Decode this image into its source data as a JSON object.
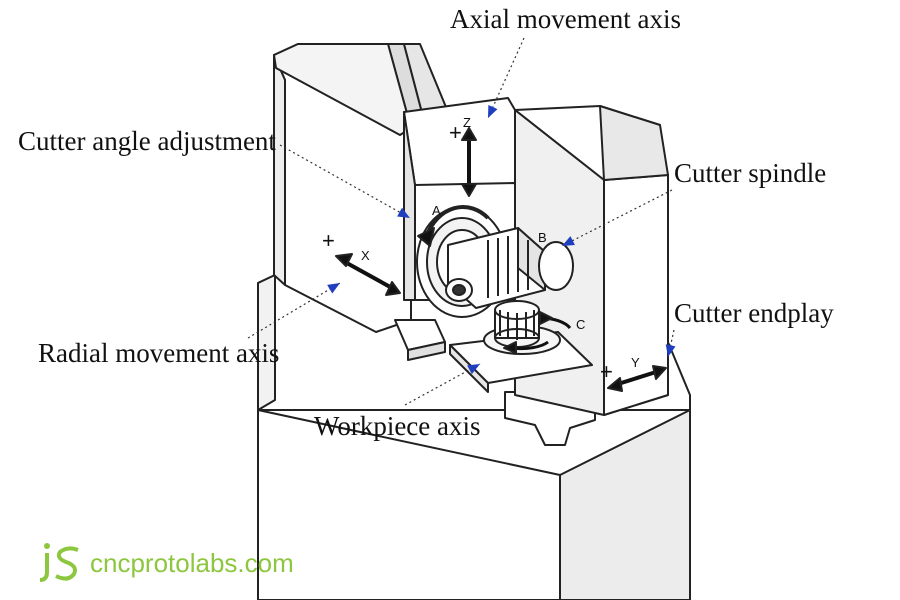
{
  "callouts": {
    "axial": "Axial movement axis",
    "cutter_angle": "Cutter angle adjustment",
    "cutter_spindle": "Cutter spindle",
    "cutter_endplay": "Cutter endplay",
    "radial": "Radial movement axis",
    "workpiece": "Workpiece axis"
  },
  "axis_labels": {
    "z": "Z",
    "a": "A",
    "b": "B",
    "c": "C",
    "x": "X",
    "y": "Y",
    "plus": "+"
  },
  "branding": {
    "text": "cncprotolabs.com",
    "logo_letters": "jS"
  },
  "colors": {
    "pointer": "#1f3fbf",
    "line": "#222222",
    "brand": "#8dc63f"
  }
}
